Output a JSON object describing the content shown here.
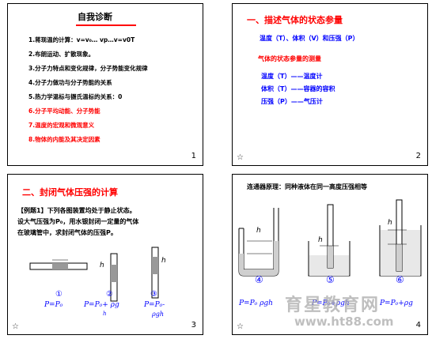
{
  "slide1": {
    "title": "自我诊断",
    "items": [
      {
        "text": "1.蒋现温的计算：v=v₀… vp…v=v0T",
        "red": false
      },
      {
        "text": "2.布朗运动、扩散现象。",
        "red": false
      },
      {
        "text": "3.分子力特点和变化规律，分子势能变化规律",
        "red": false
      },
      {
        "text": "4.分子力做功与分子势能的关系",
        "red": false
      },
      {
        "text": "5.热力学温标与摄氏温标的关系：0",
        "red": false
      },
      {
        "text": "6.分子平均动能、分子势能",
        "red": true
      },
      {
        "text": "7.温度的宏观和微观意义",
        "red": true
      },
      {
        "text": "8.物体的内能及其决定因素",
        "red": true
      }
    ],
    "number": "1"
  },
  "slide2": {
    "title": "一、描述气体的状态参量",
    "line1": "温度（T）、体积（V）和压强（P）",
    "subtitle": "气体的状态参量的测量",
    "measures": [
      "温度（T）——温度计",
      "体积（T）——容器的容积",
      "压强（P）——气压计"
    ],
    "number": "2"
  },
  "slide3": {
    "title": "二、封闭气体压强的计算",
    "example_line1": "【例题1】下列各图装置均处于静止状态。",
    "example_line2": "设大气压强为P₀，用水银封闭一定量的气体",
    "example_line3": "在玻璃管中，求封闭气体的压强P。",
    "labels": [
      "①",
      "②",
      "③"
    ],
    "h_label": "h",
    "formulas": [
      "P=P₀",
      "P=P₀+ ρg",
      "P=P₀-"
    ],
    "formula_tail": [
      "",
      "h",
      "ρgh"
    ],
    "number": "3"
  },
  "slide4": {
    "title": "连通器原理：同种液体在同一高度压强相等",
    "labels": [
      "④",
      "⑤",
      "⑥"
    ],
    "h_label": "h",
    "formulas": [
      "P=P₀  ρgh",
      "P=P₀+ρgh",
      "P=P₀+ρg"
    ],
    "number": "4"
  },
  "watermark": {
    "cn": "育星教育网",
    "url": "www.ht88.com"
  }
}
